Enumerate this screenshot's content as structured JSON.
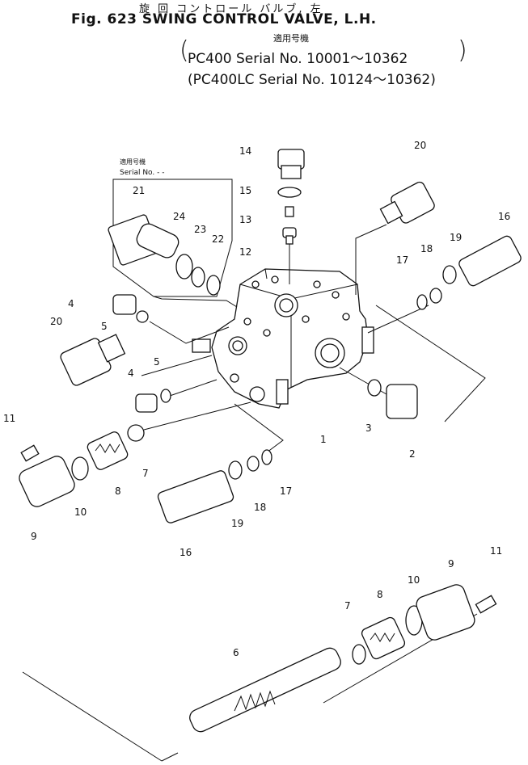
{
  "header": {
    "title_jp": "旋 回 コントロール バルブ, 左",
    "title_en": "Fig. 623 SWING CONTROL VALVE, L.H.",
    "applicability_label": "適用号機",
    "serial_row_1": "PC400    Serial No. 10001～10362",
    "serial_row_2": "(PC400LC Serial No. 10124～10362)"
  },
  "inset": {
    "label_jp": "適用号機",
    "label_serial": "Serial No. - -"
  },
  "callouts": [
    "1",
    "2",
    "3",
    "4",
    "4",
    "5",
    "5",
    "6",
    "7",
    "7",
    "8",
    "8",
    "9",
    "9",
    "10",
    "10",
    "11",
    "11",
    "12",
    "13",
    "14",
    "15",
    "16",
    "16",
    "17",
    "17",
    "18",
    "18",
    "19",
    "19",
    "20",
    "20",
    "21",
    "22",
    "23",
    "24"
  ]
}
